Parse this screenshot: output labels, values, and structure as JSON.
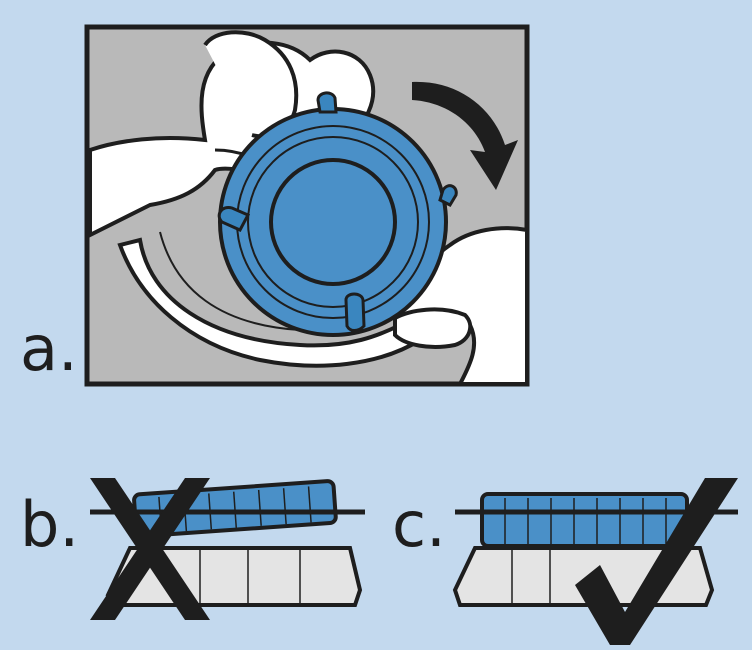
{
  "panels": {
    "a": {
      "label": "a."
    },
    "b": {
      "label": "b."
    },
    "c": {
      "label": "c."
    }
  },
  "colors": {
    "background": "#c3d9ee",
    "cap_blue": "#4a90c8",
    "tab_blue": "#3a86bf",
    "frame_gray": "#b9b9b9",
    "base_gray": "#e4e4e4",
    "outline": "#1e1e1e"
  },
  "icons": {
    "wrong": "cross-mark-icon",
    "correct": "check-mark-icon",
    "direction": "clockwise-arrow-icon"
  }
}
